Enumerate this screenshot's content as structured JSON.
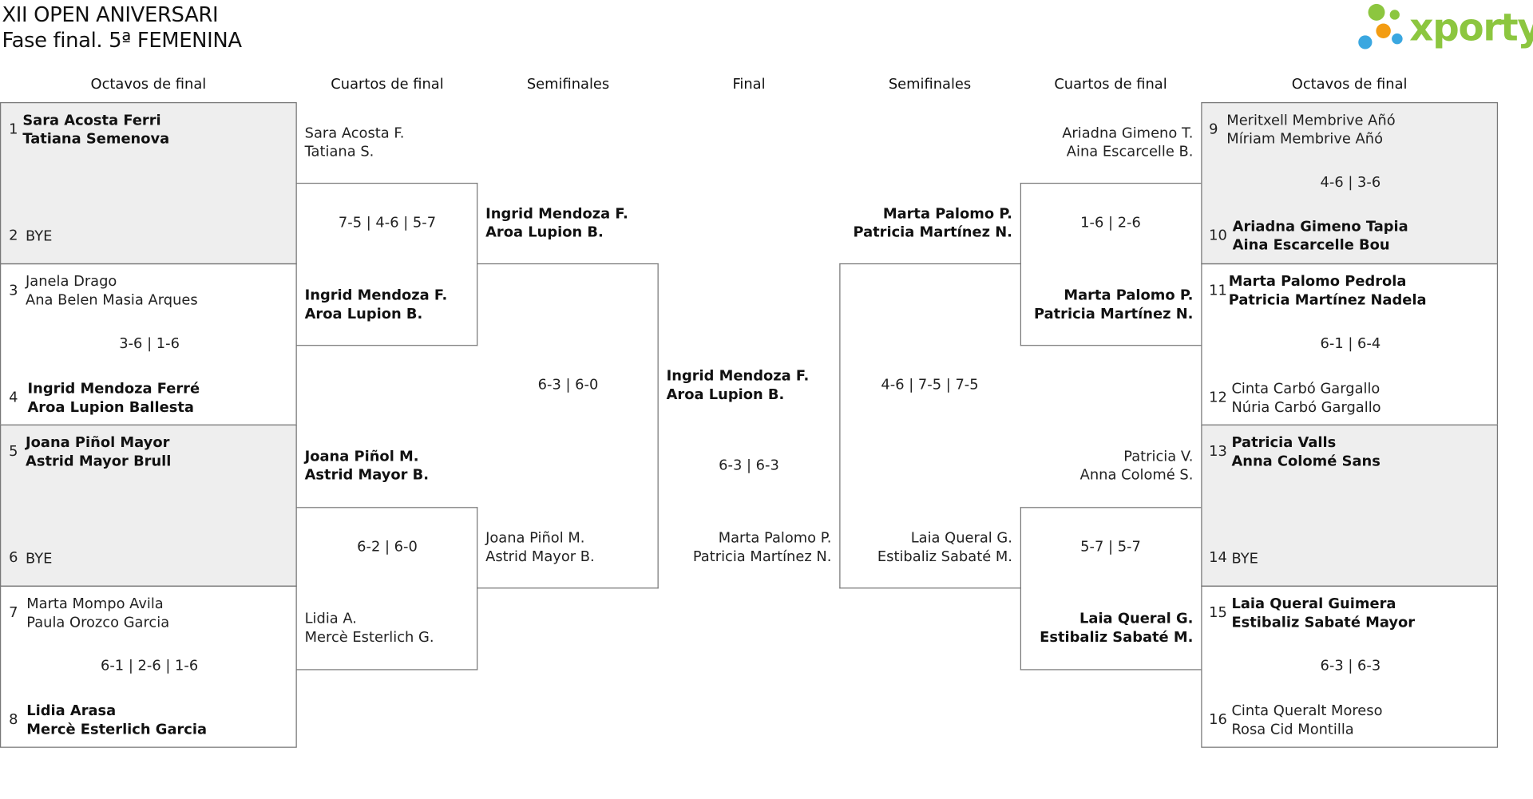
{
  "header": {
    "title_line1": "XII OPEN ANIVERSARI",
    "title_line2": "Fase final. 5ª FEMENINA",
    "logo_text": "xporty"
  },
  "colors": {
    "logo_green": "#8cc63f",
    "logo_blue": "#3aa7e0",
    "logo_orange": "#f39c12",
    "cell_gray": "#eeeeee"
  },
  "columns": {
    "left_r16": "Octavos de final",
    "left_qf": "Cuartos de final",
    "left_sf": "Semifinales",
    "final": "Final",
    "right_sf": "Semifinales",
    "right_qf": "Cuartos de final",
    "right_r16": "Octavos de final"
  },
  "r16_left": [
    {
      "seed_a": "1",
      "a1": "Sara Acosta Ferri",
      "a2": "Tatiana Semenova",
      "seed_b": "2",
      "b1": "BYE",
      "b2": "",
      "score": ""
    },
    {
      "seed_a": "3",
      "a1": "Janela Drago",
      "a2": "Ana Belen Masia Arques",
      "seed_b": "4",
      "b1": "Ingrid Mendoza Ferré",
      "b2": "Aroa Lupion Ballesta",
      "score": "3-6 | 1-6"
    },
    {
      "seed_a": "5",
      "a1": "Joana Piñol Mayor",
      "a2": "Astrid Mayor Brull",
      "seed_b": "6",
      "b1": "BYE",
      "b2": "",
      "score": ""
    },
    {
      "seed_a": "7",
      "a1": "Marta Mompo Avila",
      "a2": "Paula Orozco Garcia",
      "seed_b": "8",
      "b1": "Lidia Arasa",
      "b2": "Mercè Esterlich Garcia",
      "score": "6-1 | 2-6 | 1-6"
    }
  ],
  "r16_right": [
    {
      "seed_a": "9",
      "a1": "Meritxell Membrive Añó",
      "a2": "Míriam Membrive Añó",
      "seed_b": "10",
      "b1": "Ariadna Gimeno Tapia",
      "b2": "Aina Escarcelle Bou",
      "score": "4-6 | 3-6"
    },
    {
      "seed_a": "11",
      "a1": "Marta Palomo Pedrola",
      "a2": "Patricia Martínez Nadela",
      "seed_b": "12",
      "b1": "Cinta Carbó Gargallo",
      "b2": "Núria Carbó Gargallo",
      "score": "6-1 | 6-4"
    },
    {
      "seed_a": "13",
      "a1": "Patricia Valls",
      "a2": "Anna Colomé Sans",
      "seed_b": "14",
      "b1": "BYE",
      "b2": "",
      "score": ""
    },
    {
      "seed_a": "15",
      "a1": "Laia Queral Guimera",
      "a2": "Estibaliz Sabaté Mayor",
      "seed_b": "16",
      "b1": "Cinta Queralt Moreso",
      "b2": "Rosa Cid Montilla",
      "score": "6-3 | 6-3"
    }
  ],
  "qf_left": [
    {
      "a1": "Sara Acosta F.",
      "a2": "Tatiana S.",
      "b1": "Ingrid Mendoza F.",
      "b2": "Aroa Lupion B.",
      "score": "7-5 | 4-6 | 5-7"
    },
    {
      "a1": "Joana Piñol M.",
      "a2": "Astrid Mayor B.",
      "b1": "Lidia A.",
      "b2": "Mercè Esterlich G.",
      "score": "6-2 | 6-0"
    }
  ],
  "qf_right": [
    {
      "a1": "Ariadna Gimeno T.",
      "a2": "Aina Escarcelle B.",
      "b1": "Marta Palomo P.",
      "b2": "Patricia Martínez N.",
      "score": "1-6 | 2-6"
    },
    {
      "a1": "Patricia V.",
      "a2": "Anna Colomé S.",
      "b1": "Laia Queral G.",
      "b2": "Estibaliz Sabaté M.",
      "score": "5-7 | 5-7"
    }
  ],
  "sf_left": {
    "a1": "Ingrid Mendoza F.",
    "a2": "Aroa Lupion B.",
    "b1": "Joana Piñol M.",
    "b2": "Astrid Mayor B.",
    "score": "6-3 | 6-0"
  },
  "sf_right": {
    "a1": "Marta Palomo P.",
    "a2": "Patricia Martínez N.",
    "b1": "Laia Queral G.",
    "b2": "Estibaliz Sabaté M.",
    "score": "4-6 | 7-5 | 7-5"
  },
  "final": {
    "a1": "Ingrid Mendoza F.",
    "a2": "Aroa Lupion B.",
    "b1": "Marta Palomo P.",
    "b2": "Patricia Martínez N.",
    "score": "6-3 | 6-3"
  }
}
